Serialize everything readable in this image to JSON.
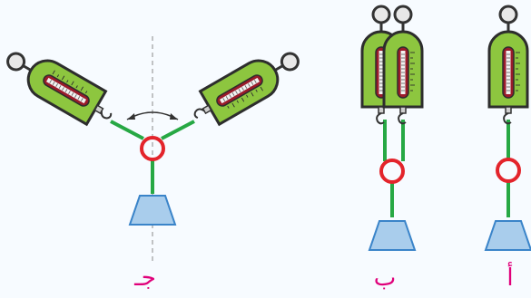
{
  "figure": {
    "panels": [
      {
        "id": "a",
        "label": "أ"
      },
      {
        "id": "b",
        "label": "ب"
      },
      {
        "id": "c",
        "label": "جـ"
      }
    ]
  },
  "colors": {
    "background": "#f7fbff",
    "spring_scale_body": "#8dc63f",
    "spring_scale_outline": "#2d2d2d",
    "spring_window": "#9b1b2a",
    "string": "#27a844",
    "ring": "#e3242b",
    "weight_fill": "#a9cdec",
    "weight_outline": "#3a84c9",
    "label": "#e0007a",
    "angle_arc": "#333333",
    "guide_line": "#888888"
  },
  "icons": [
    "spring-scale-icon",
    "ring-icon",
    "weight-icon",
    "angle-arc-icon"
  ]
}
